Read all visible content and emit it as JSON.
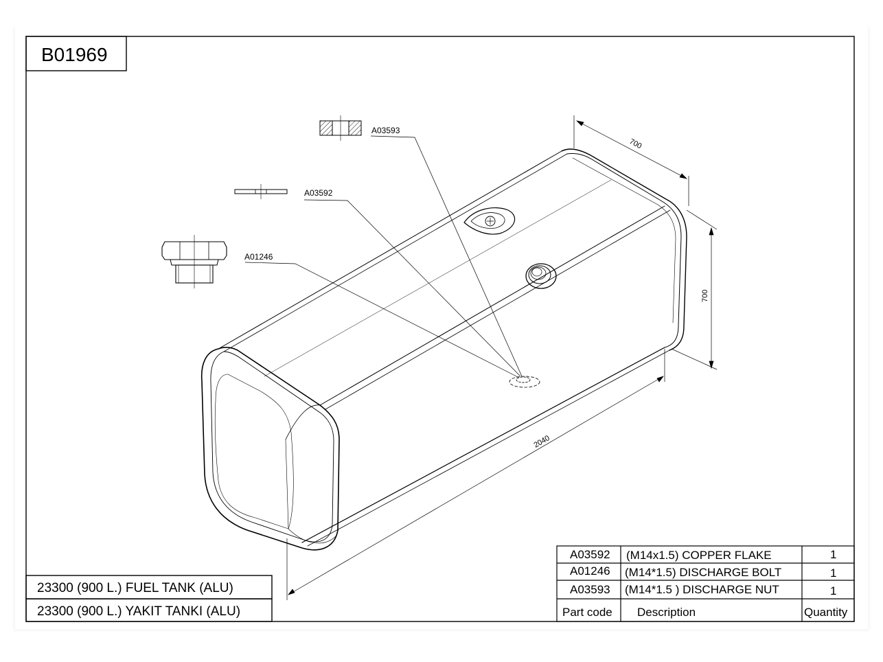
{
  "sheet": {
    "drawing_code": "B01969",
    "title_en": "23300 (900 L.) FUEL TANK (ALU)",
    "title_tr": "23300 (900 L.) YAKIT TANKI (ALU)"
  },
  "dimensions": {
    "length": "2040",
    "width": "700",
    "height": "700"
  },
  "callouts": {
    "nut": "A03593",
    "flake": "A03592",
    "bolt": "A01246"
  },
  "parts_table": {
    "headers": {
      "code": "Part code",
      "description": "Description",
      "quantity": "Quantity"
    },
    "rows": [
      {
        "code": "A03592",
        "description": "(M14x1.5) COPPER FLAKE",
        "quantity": "1"
      },
      {
        "code": "A01246",
        "description": "(M14*1.5) DISCHARGE BOLT",
        "quantity": "1"
      },
      {
        "code": "A03593",
        "description": "(M14*1.5 ) DISCHARGE NUT",
        "quantity": "1"
      }
    ]
  }
}
